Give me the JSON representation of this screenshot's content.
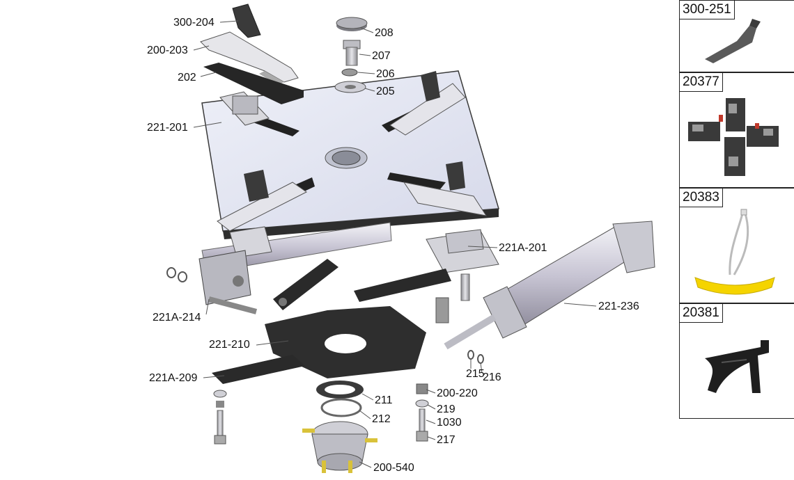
{
  "callouts": {
    "c300_204": "300-204",
    "c200_203": "200-203",
    "c202": "202",
    "c221_201": "221-201",
    "c208": "208",
    "c207": "207",
    "c206": "206",
    "c205": "205",
    "c221A_201": "221A-201",
    "c221A_214": "221A-214",
    "c221_210": "221-210",
    "c221A_209": "221A-209",
    "c221_236": "221-236",
    "c215": "215",
    "c216": "216",
    "c200_220": "200-220",
    "c211": "211",
    "c212": "212",
    "c219": "219",
    "c1030": "1030",
    "c217": "217",
    "c200_540": "200-540"
  },
  "accessories": [
    {
      "code": "300-251",
      "icon": "jaw-protector-icon"
    },
    {
      "code": "20377",
      "icon": "clamp-kit-icon"
    },
    {
      "code": "20383",
      "icon": "rim-protector-strap-icon"
    },
    {
      "code": "20381",
      "icon": "bead-pressing-tool-icon"
    }
  ],
  "colors": {
    "plate": "#dfe2ef",
    "dark_part": "#2b2b2b",
    "metal": "#c9c9cf",
    "yellow": "#f5d400",
    "brass": "#d9c23a"
  }
}
